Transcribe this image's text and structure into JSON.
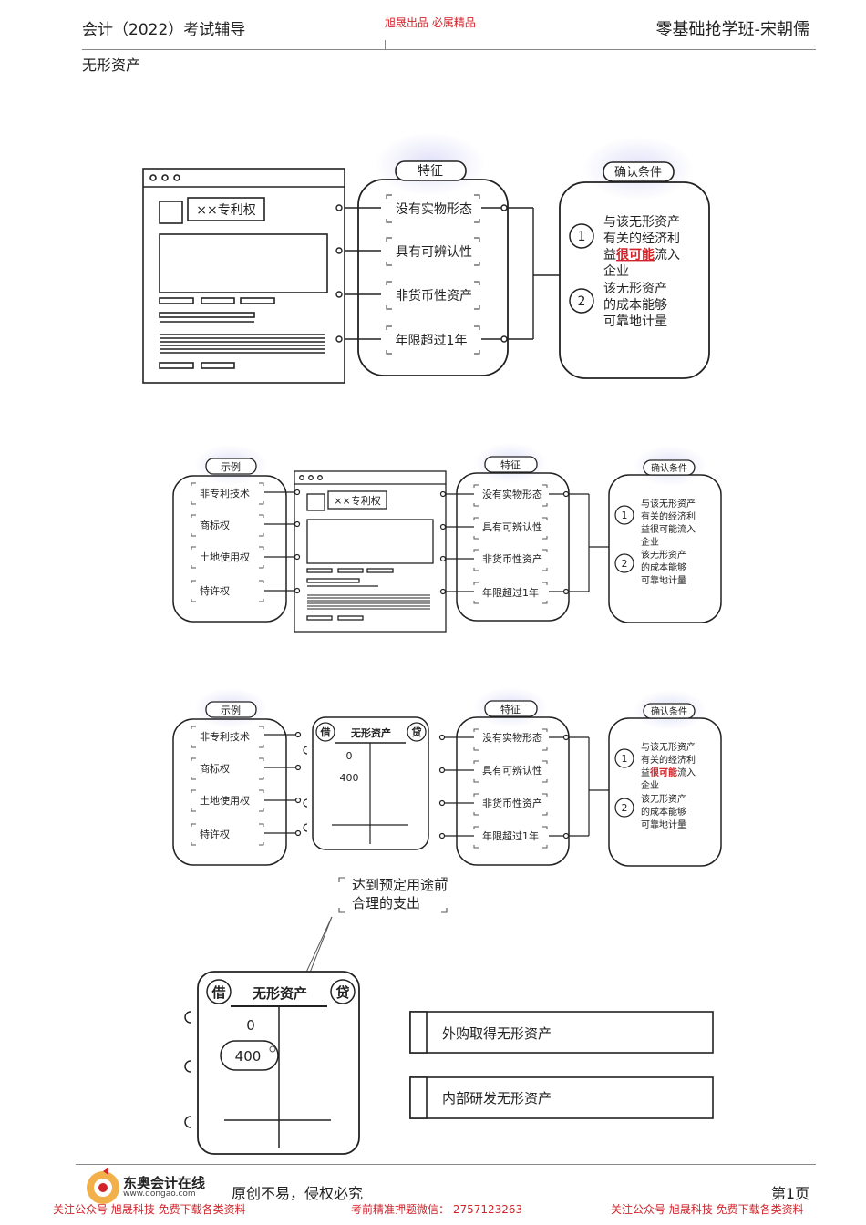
{
  "header": {
    "left": "会计（2022）考试辅导",
    "center": "旭晟出品  必属精品",
    "right": "零基础抢学班-宋朝儒"
  },
  "subtitle": "无形资产",
  "diagram1": {
    "doc_title": "××专利权",
    "feature_tab": "特征",
    "features": [
      "没有实物形态",
      "具有可辨认性",
      "非货币性资产",
      "年限超过1年"
    ],
    "confirm_tab": "确认条件",
    "confirm_1_num": "1",
    "confirm_1_lines": [
      "与该无形资产",
      "有关的经济利"
    ],
    "confirm_1_prefix": "益",
    "confirm_1_highlight": "很可能",
    "confirm_1_suffix": "流入",
    "confirm_1_last": "企业",
    "confirm_2_num": "2",
    "confirm_2_lines": [
      "该无形资产",
      "的成本能够",
      "可靠地计量"
    ]
  },
  "diagram2": {
    "example_tab": "示例",
    "examples": [
      "非专利技术",
      "商标权",
      "土地使用权",
      "特许权"
    ],
    "doc_title": "××专利权",
    "feature_tab": "特征",
    "features": [
      "没有实物形态",
      "具有可辨认性",
      "非货币性资产",
      "年限超过1年"
    ],
    "confirm_tab": "确认条件",
    "confirm_1_num": "1",
    "confirm_1_lines": [
      "与该无形资产",
      "有关的经济利",
      "益很可能流入",
      "企业"
    ],
    "confirm_2_num": "2",
    "confirm_2_lines": [
      "该无形资产",
      "的成本能够",
      "可靠地计量"
    ]
  },
  "diagram3": {
    "example_tab": "示例",
    "examples": [
      "非专利技术",
      "商标权",
      "土地使用权",
      "特许权"
    ],
    "t_debit": "借",
    "t_title": "无形资产",
    "t_credit": "贷",
    "t_values": [
      "0",
      "400"
    ],
    "feature_tab": "特征",
    "features": [
      "没有实物形态",
      "具有可辨认性",
      "非货币性资产",
      "年限超过1年"
    ],
    "confirm_tab": "确认条件",
    "confirm_1_num": "1",
    "confirm_1_lines": [
      "与该无形资产",
      "有关的经济利"
    ],
    "confirm_1_prefix": "益",
    "confirm_1_highlight": "很可能",
    "confirm_1_suffix": "流入",
    "confirm_1_last": "企业",
    "confirm_2_num": "2",
    "confirm_2_lines": [
      "该无形资产",
      "的成本能够",
      "可靠地计量"
    ]
  },
  "diagram4": {
    "note_lines": [
      "达到预定用途前",
      "合理的支出"
    ],
    "t_debit": "借",
    "t_title": "无形资产",
    "t_credit": "贷",
    "t_values": [
      "0",
      "400"
    ],
    "options": [
      "外购取得无形资产",
      "内部研发无形资产"
    ]
  },
  "footer": {
    "logo_name": "东奥会计在线",
    "logo_url": "www.dongao.com",
    "center": "原创不易，侵权必究",
    "page": "第1页",
    "red_left": "关注公众号 旭晟科技 免费下载各类资料",
    "red_center": "考前精准押题微信：  2757123263",
    "red_right": "关注公众号 旭晟科技 免费下载各类资料"
  },
  "colors": {
    "accent_red": "#d2232a",
    "ink": "#222222",
    "glow": "#dcdcf8"
  }
}
